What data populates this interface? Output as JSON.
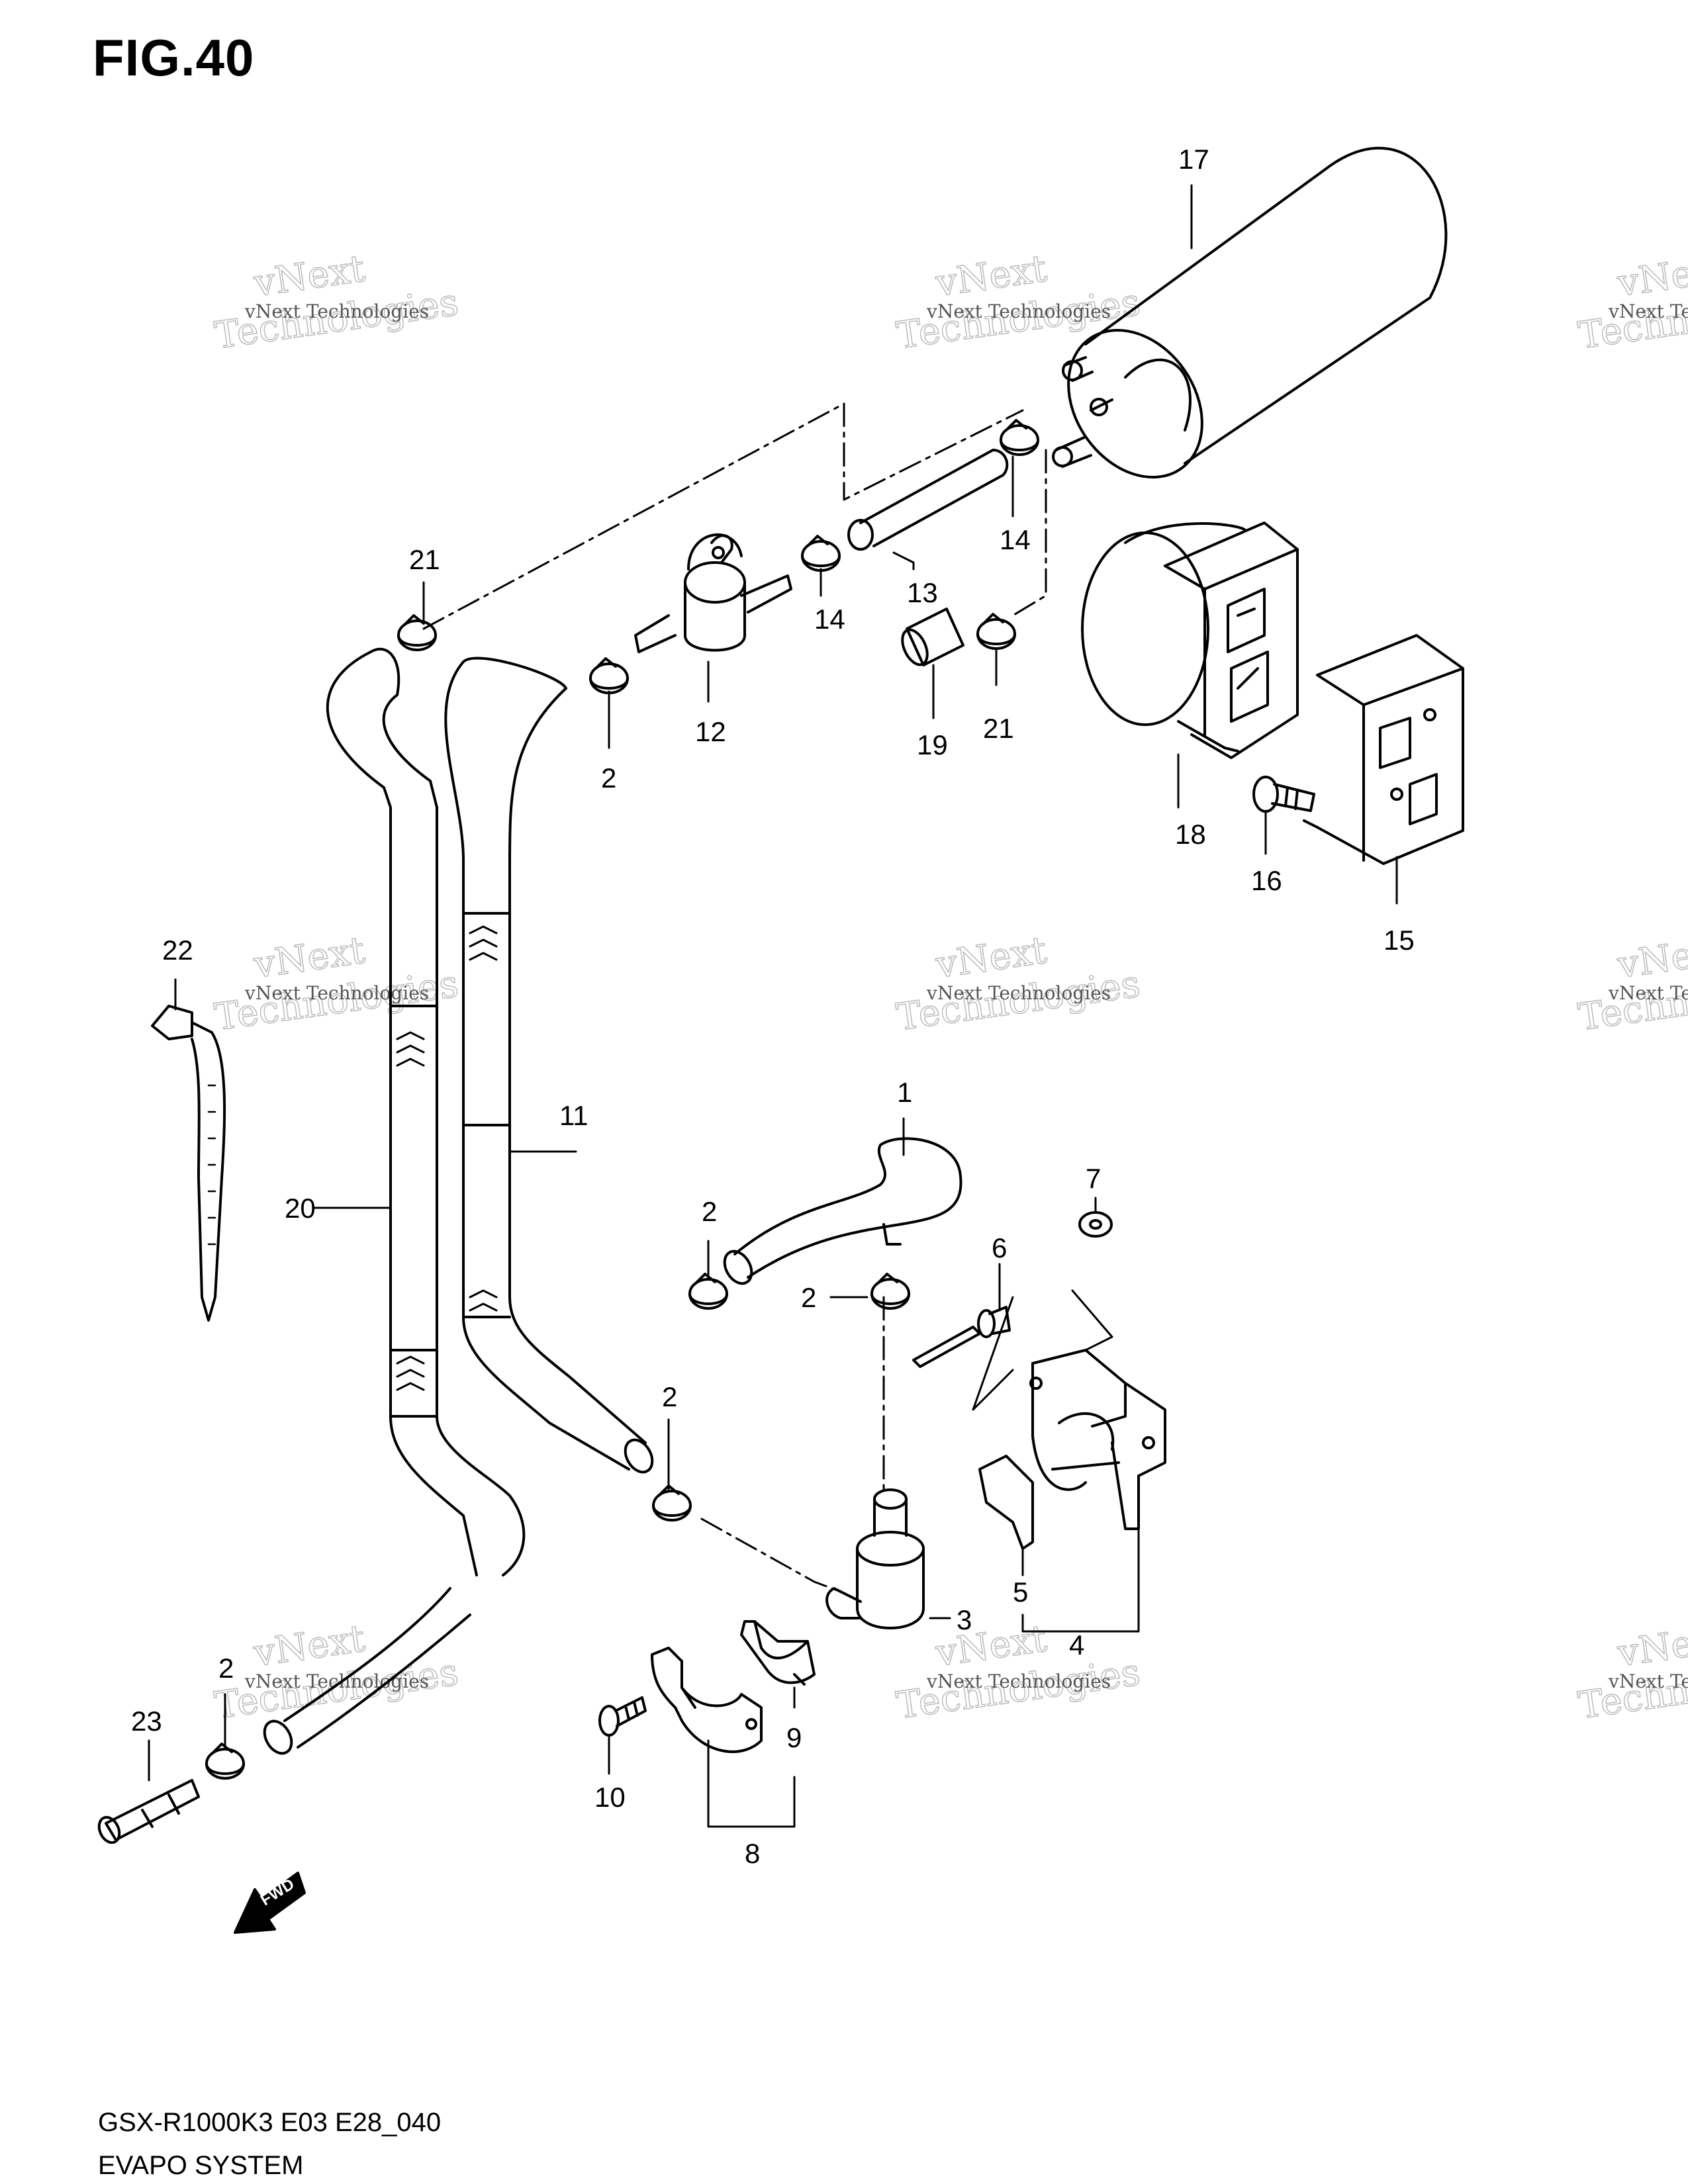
{
  "figure": {
    "title": "FIG.40"
  },
  "footer": {
    "model": "GSX-R1000K3 E03 E28_040",
    "section": "EVAPO SYSTEM"
  },
  "watermark": {
    "line1": "vNext Technologies",
    "line2": "vNext",
    "line3": "Technologies"
  },
  "direction_marker": "FWD",
  "callouts": {
    "p1": "1",
    "p2a": "2",
    "p2b": "2",
    "p2c": "2",
    "p2d": "2",
    "p2e": "2",
    "p3": "3",
    "p4": "4",
    "p5": "5",
    "p6": "6",
    "p7": "7",
    "p8": "8",
    "p9": "9",
    "p10": "10",
    "p11": "11",
    "p12": "12",
    "p13": "13",
    "p14a": "14",
    "p14b": "14",
    "p15": "15",
    "p16": "16",
    "p17": "17",
    "p18": "18",
    "p19": "19",
    "p20": "20",
    "p21a": "21",
    "p21b": "21",
    "p22": "22",
    "p23": "23"
  }
}
